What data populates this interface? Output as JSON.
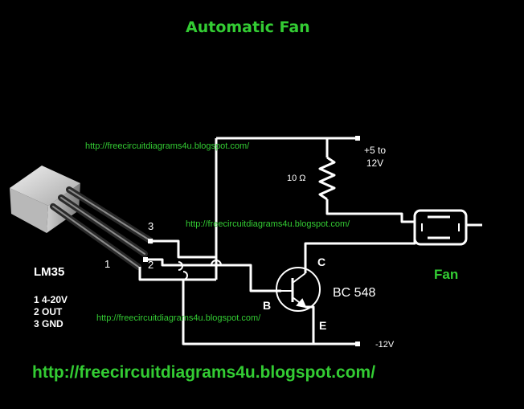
{
  "title": "Automatic Fan",
  "watermark_small": "http://freecircuitdiagrams4u.blogspot.com/",
  "watermark_large": "http://freecircuitdiagrams4u.blogspot.com/",
  "sensor": {
    "name": "LM35",
    "pin_numbers": [
      "1",
      "2",
      "3"
    ],
    "pin_functions": [
      "1 4-20V",
      "2 OUT",
      "3 GND"
    ]
  },
  "supply_positive": [
    "+5 to",
    "12V"
  ],
  "supply_negative": "-12V",
  "resistor_label": "10 Ω",
  "transistor": {
    "part": "BC 548",
    "collector": "C",
    "base": "B",
    "emitter": "E"
  },
  "load_label": "Fan",
  "colors": {
    "background": "#000000",
    "wire": "#ffffff",
    "text_accent": "#33cc33"
  }
}
